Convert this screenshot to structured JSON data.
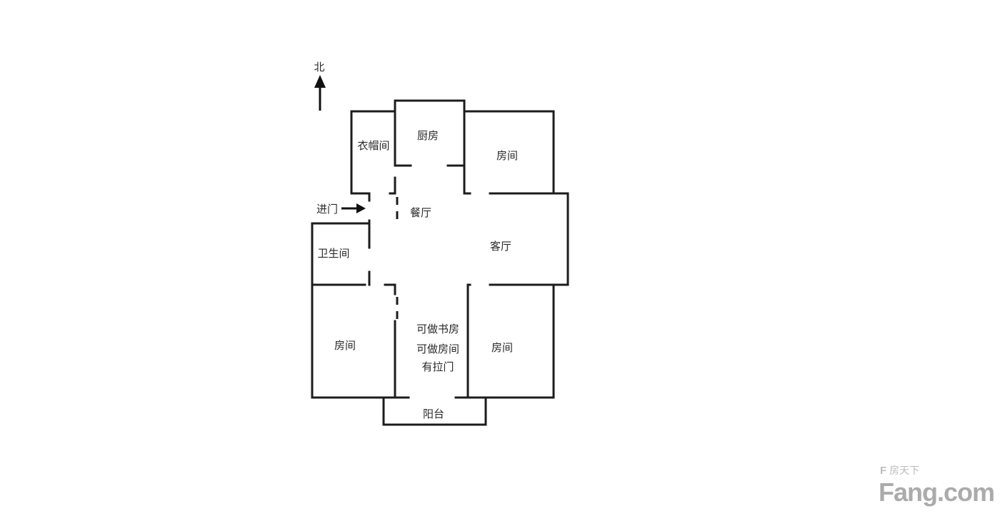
{
  "compass": {
    "label": "北"
  },
  "entry": {
    "label": "进门"
  },
  "rooms": {
    "cloakroom": "衣帽间",
    "kitchen": "厨房",
    "bedroom_top_right": "房间",
    "dining": "餐厅",
    "living": "客厅",
    "bathroom": "卫生间",
    "bedroom_left": "房间",
    "flex_line1": "可做书房",
    "flex_line2": "可做房间",
    "flex_line3": "有拉门",
    "bedroom_right": "房间",
    "balcony": "阳台"
  },
  "watermark": {
    "logo_glyph": "F",
    "brand_cn": "房天下",
    "brand_en": "Fang.com",
    "color": "#ababab"
  },
  "colors": {
    "walls": "#1c1c1c",
    "labels": "#2a2a2a",
    "background": "#ffffff"
  }
}
